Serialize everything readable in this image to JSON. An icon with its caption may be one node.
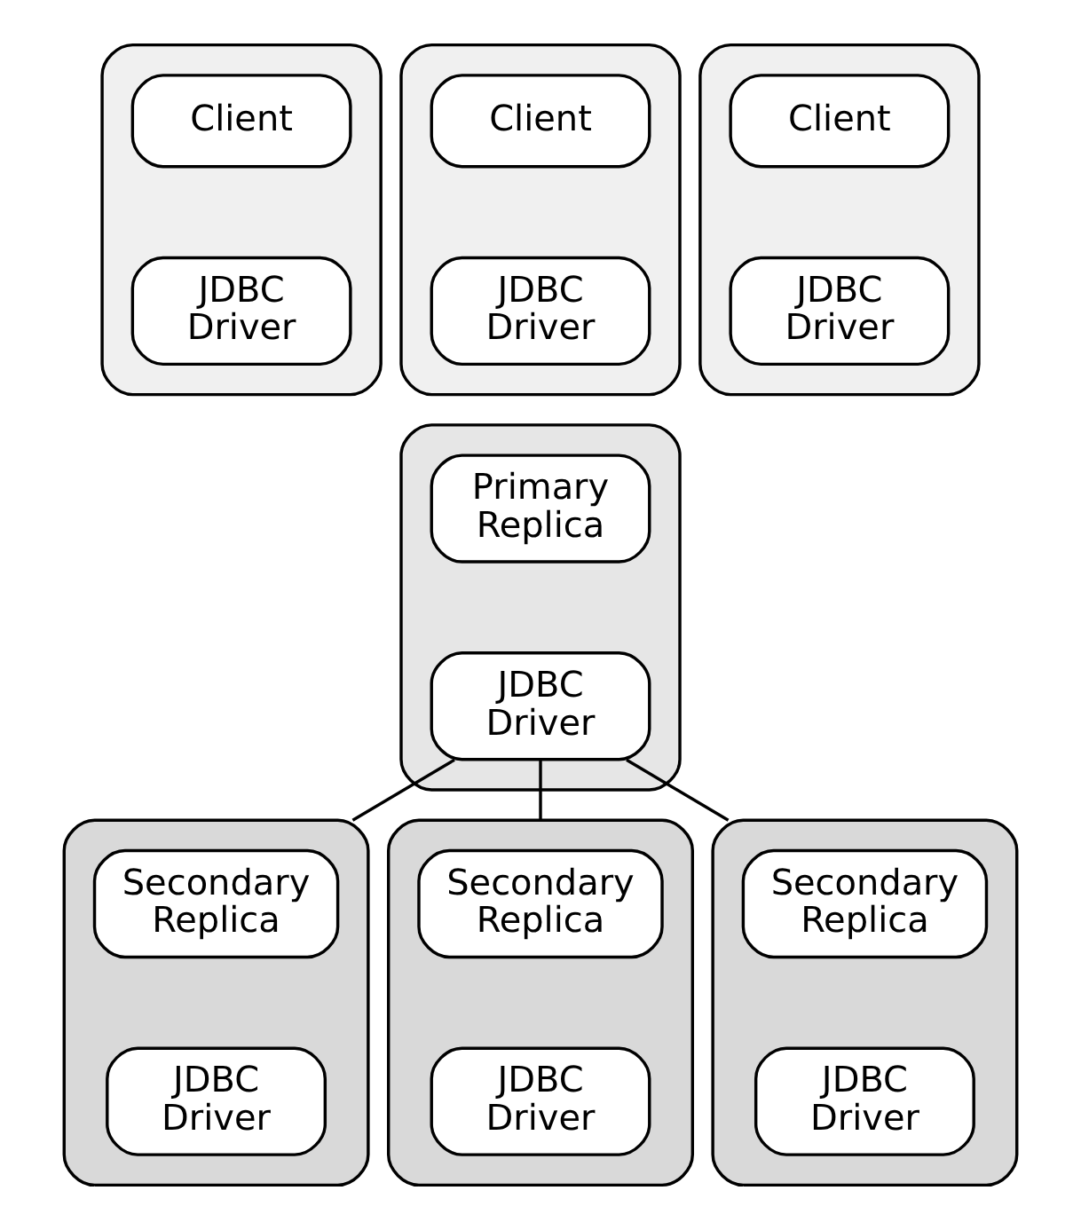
{
  "diagram": {
    "nodes": [
      {
        "text": [],
        "shape": "box"
      },
      {
        "text": [
          "Client"
        ],
        "in": 0
      },
      {
        "text": [
          "JDBC Driver"
        ],
        "in": 0
      },
      {
        "text": [],
        "shape": "box"
      },
      {
        "text": [
          "Client"
        ],
        "in": 3
      },
      {
        "text": [
          "JDBC Driver"
        ],
        "in": 3
      },
      {
        "text": [],
        "shape": "box"
      },
      {
        "text": [
          "Client"
        ],
        "in": 6
      },
      {
        "text": [
          "JDBC Driver"
        ],
        "in": 6
      },
      {
        "text": [],
        "shape": "box"
      },
      {
        "text": [
          "Primary Replica"
        ],
        "in": 9
      },
      {
        "text": [
          "JDBC Driver"
        ],
        "in": 9
      },
      {
        "text": [],
        "shape": "box"
      },
      {
        "text": [
          "Secondary Replica"
        ],
        "in": 12
      },
      {
        "text": [
          "JDBC Driver"
        ],
        "in": 12
      },
      {
        "text": [],
        "shape": "box"
      },
      {
        "text": [
          "Secondary Replica"
        ],
        "in": 15
      },
      {
        "text": [
          "JDBC Driver"
        ],
        "in": 15
      },
      {
        "text": [],
        "shape": "box"
      },
      {
        "text": [
          "Secondary Replica"
        ],
        "in": 18
      },
      {
        "text": [
          "JDBC Driver"
        ],
        "in": 18
      }
    ],
    "edges": [
      {
        "from": 11,
        "to": 12,
        "arrow": "none"
      },
      {
        "from": 11,
        "to": 15,
        "arrow": "none"
      },
      {
        "from": 11,
        "to": 18,
        "arrow": "none"
      }
    ]
  }
}
